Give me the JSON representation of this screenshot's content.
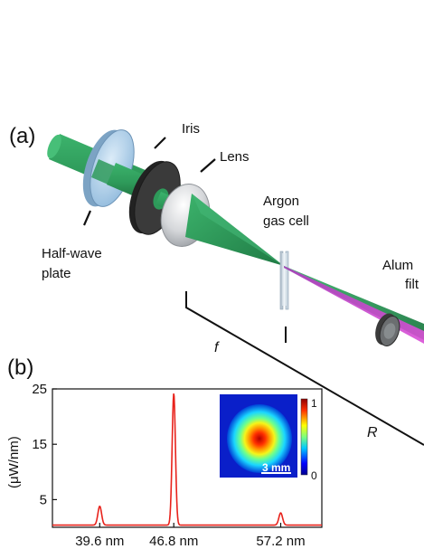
{
  "panel_a": {
    "tag": "(a)",
    "labels": {
      "iris": "Iris",
      "lens": "Lens",
      "argon_line1": "Argon",
      "argon_line2": "gas cell",
      "halfwave_line1": "Half-wave",
      "halfwave_line2": "plate",
      "alum_line1": "Alum",
      "alum_line2": "filt",
      "f": "f",
      "R": "R"
    },
    "colors": {
      "beam": "#2e9a5a",
      "beam_dark": "#1f6e3e",
      "waveplate": "#a9cde8",
      "iris": "#3a3a3a",
      "lens": "#d7d9dc",
      "xuv": "#c046c8"
    }
  },
  "panel_b": {
    "tag": "(b)",
    "ylabel": "(μW/nm)",
    "inset": {
      "cbar_max": "1",
      "cbar_min": "0",
      "scalebar": "3 mm"
    }
  },
  "chart_data": {
    "type": "line",
    "xlabel": "",
    "ylabel": "(μW/nm)",
    "ylim": [
      0,
      25
    ],
    "yticks": [
      5,
      15,
      25
    ],
    "tick_labels": [
      "39.6 nm",
      "46.8 nm",
      "57.2 nm"
    ],
    "x_range_nm": [
      35,
      61.2
    ],
    "series": [
      {
        "color": "#e8231c",
        "peaks": [
          {
            "x": 39.6,
            "y": 3.8,
            "width": 0.18
          },
          {
            "x": 46.8,
            "y": 24.2,
            "width": 0.16
          },
          {
            "x": 57.2,
            "y": 2.6,
            "width": 0.18
          }
        ],
        "baseline": 0.4
      }
    ]
  }
}
